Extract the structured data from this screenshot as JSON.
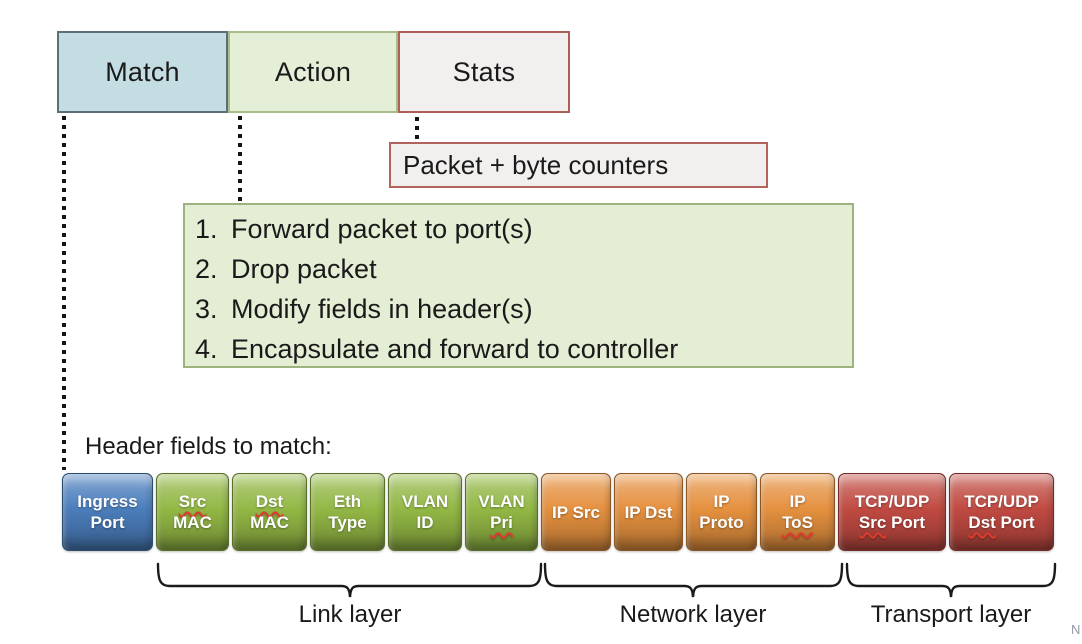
{
  "flow_table": {
    "cells": [
      {
        "id": "match",
        "label": "Match"
      },
      {
        "id": "action",
        "label": "Action"
      },
      {
        "id": "stats",
        "label": "Stats"
      }
    ]
  },
  "stats_callout": {
    "text": "Packet + byte counters"
  },
  "action_callout": {
    "items": [
      "Forward packet to port(s)",
      "Drop packet",
      "Modify fields in header(s)",
      "Encapsulate and forward to controller"
    ]
  },
  "header_fields": {
    "title": "Header fields to match:",
    "fields": [
      {
        "group": "ingress",
        "lines": [
          [
            {
              "text": "Ingress"
            }
          ],
          [
            {
              "text": "Port"
            }
          ]
        ]
      },
      {
        "group": "link",
        "lines": [
          [
            {
              "text": "Src",
              "misspelled": true
            }
          ],
          [
            {
              "text": "MAC"
            }
          ]
        ]
      },
      {
        "group": "link",
        "lines": [
          [
            {
              "text": "Dst",
              "misspelled": true
            }
          ],
          [
            {
              "text": "MAC"
            }
          ]
        ]
      },
      {
        "group": "link",
        "lines": [
          [
            {
              "text": "Eth"
            }
          ],
          [
            {
              "text": "Type"
            }
          ]
        ]
      },
      {
        "group": "link",
        "lines": [
          [
            {
              "text": "VLAN"
            }
          ],
          [
            {
              "text": "ID"
            }
          ]
        ]
      },
      {
        "group": "link",
        "lines": [
          [
            {
              "text": "VLAN"
            }
          ],
          [
            {
              "text": "Pri",
              "misspelled": true
            }
          ]
        ]
      },
      {
        "group": "network",
        "lines": [
          [
            {
              "text": "IP Src"
            }
          ]
        ]
      },
      {
        "group": "network",
        "lines": [
          [
            {
              "text": "IP Dst"
            }
          ]
        ]
      },
      {
        "group": "network",
        "lines": [
          [
            {
              "text": "IP"
            }
          ],
          [
            {
              "text": "Proto"
            }
          ]
        ]
      },
      {
        "group": "network",
        "lines": [
          [
            {
              "text": "IP"
            }
          ],
          [
            {
              "text": "ToS",
              "misspelled": true
            }
          ]
        ]
      },
      {
        "group": "transport",
        "lines": [
          [
            {
              "text": "TCP/UDP"
            }
          ],
          [
            {
              "text": "Src",
              "misspelled": true
            },
            {
              "text": " Port"
            }
          ]
        ]
      },
      {
        "group": "transport",
        "lines": [
          [
            {
              "text": "TCP/UDP"
            }
          ],
          [
            {
              "text": "Dst",
              "misspelled": true
            },
            {
              "text": " Port"
            }
          ]
        ]
      }
    ]
  },
  "layer_groups": [
    {
      "id": "link",
      "label": "Link layer"
    },
    {
      "id": "network",
      "label": "Network layer"
    },
    {
      "id": "transport",
      "label": "Transport layer"
    }
  ],
  "edge_mark": "N",
  "colors": {
    "match_fill": "#c4dde2",
    "match_border": "#5b6f77",
    "action_fill": "#e5eed6",
    "action_border": "#a8bd8a",
    "stats_fill": "#f2f0ef",
    "stats_border": "#aa5f58",
    "stats_callout_border": "#b2645c",
    "action_callout_fill": "#e3eed5",
    "action_callout_border": "#9db37e",
    "ingress_blue": "#4b7ebc",
    "link_green": "#93b845",
    "network_orange": "#e5913f",
    "transport_red": "#c04a42",
    "misspell_red": "#e03a2f"
  }
}
